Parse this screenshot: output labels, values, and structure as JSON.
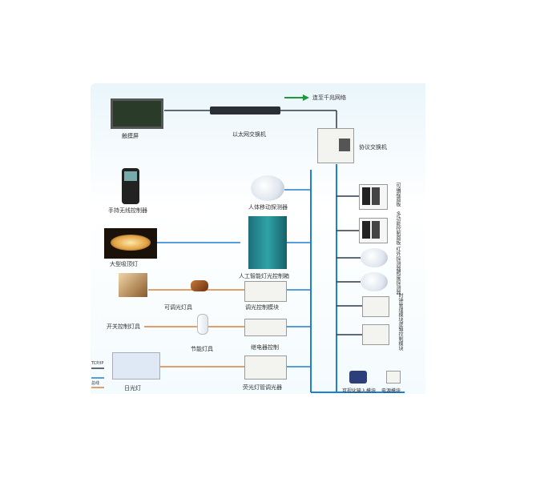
{
  "labels": {
    "touch_screen": "触摸屏",
    "ethernet_switch": "以太网交换机",
    "to_network": "连至千兆网络",
    "protocol_switch": "协议交换机",
    "handheld_controller": "手持无线控制器",
    "motion_sensor": "人体移动探测器",
    "chandelier": "大型吸顶灯",
    "intelligent_cabinet": "人工智能灯光控制箱",
    "dimmer_lamp": "可调光灯具",
    "dimmer_module": "调光控制模块",
    "switch_lamp": "开关控制灯具",
    "downlight": "节能灯具",
    "relay_control": "继电器控制",
    "fluorescent": "日光灯",
    "fluorescent_dimmer": "荧光灯管调光器",
    "right_panel_1": "可编程面板",
    "right_panel_2": "多功能控制面板",
    "right_sensor_1": "红外探测器",
    "right_sensor_2": "照度探测器",
    "right_module_1": "时钟管理模块",
    "right_module_2": "逻辑控制模块",
    "bottom_device_1": "可视化输入模块",
    "bottom_device_2": "电源模块",
    "legend_1": "TCP/IP",
    "legend_2": "总线"
  },
  "colors": {
    "bus_blue": "#1f7fd0",
    "power_orange": "#d9823a",
    "network_dark": "#2b3a4a",
    "green_arrow": "#1f9a3a"
  },
  "icons": {
    "touch_screen": "touch-screen-icon",
    "ethernet_switch": "network-switch-icon",
    "protocol_switch": "protocol-gateway-icon",
    "handheld": "handheld-controller-icon",
    "sensor": "ceiling-sensor-icon",
    "chandelier": "chandelier-icon",
    "cabinet": "control-cabinet-icon",
    "lamp": "lamp-icon",
    "bulb": "energy-saving-bulb-icon",
    "fluorescent": "fluorescent-tube-icon",
    "panel": "wall-panel-icon",
    "module": "din-module-icon"
  }
}
